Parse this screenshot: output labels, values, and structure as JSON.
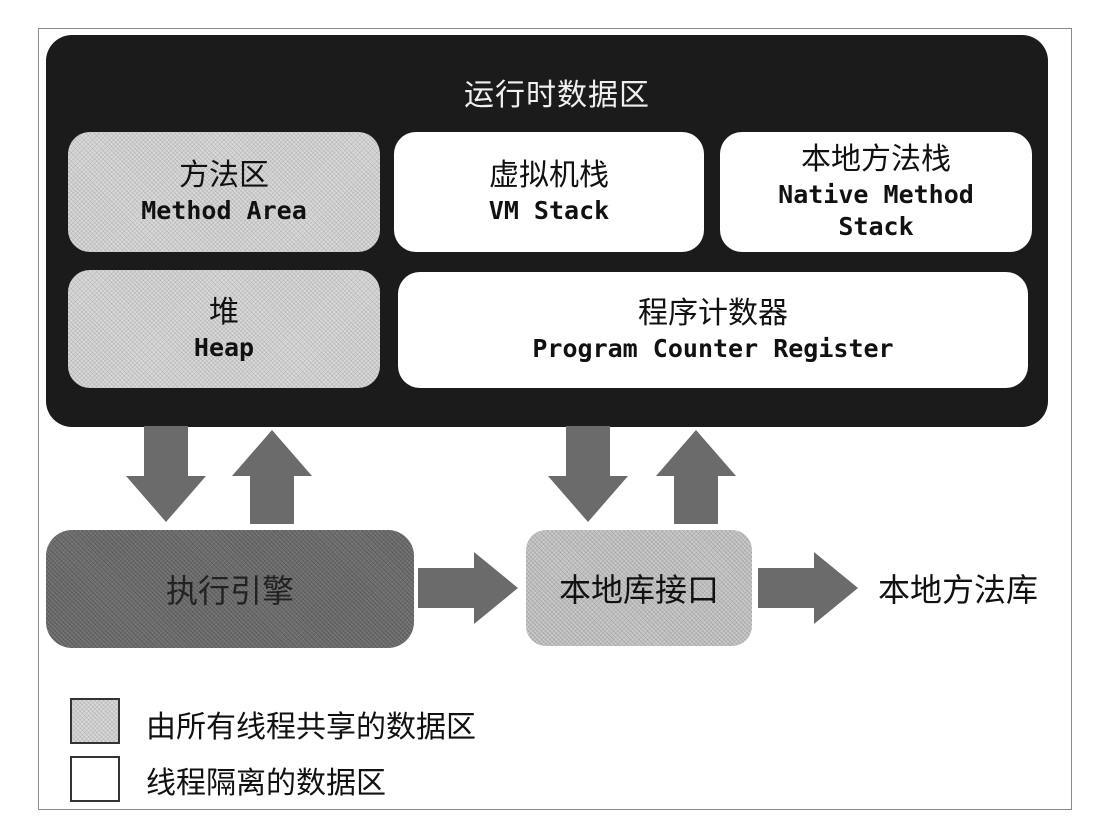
{
  "runtime_area": {
    "title": "运行时数据区"
  },
  "method_area": {
    "zh": "方法区",
    "en": "Method Area"
  },
  "vm_stack": {
    "zh": "虚拟机栈",
    "en": "VM Stack"
  },
  "native_method_stack": {
    "zh": "本地方法栈",
    "en_line1": "Native Method",
    "en_line2": "Stack"
  },
  "heap": {
    "zh": "堆",
    "en": "Heap"
  },
  "program_counter": {
    "zh": "程序计数器",
    "en": "Program Counter Register"
  },
  "execution_engine": {
    "label": "执行引擎"
  },
  "native_interface": {
    "label": "本地库接口"
  },
  "native_library": {
    "label": "本地方法库"
  },
  "legend": {
    "shared": "由所有线程共享的数据区",
    "isolated": "线程隔离的数据区"
  },
  "colors": {
    "runtime_bg": "#1b1b1b",
    "shared_fill": "#d9d9d9",
    "isolated_fill": "#ffffff",
    "arrow_fill": "#6b6b6b",
    "engine_fill": "#6e6e6e"
  }
}
